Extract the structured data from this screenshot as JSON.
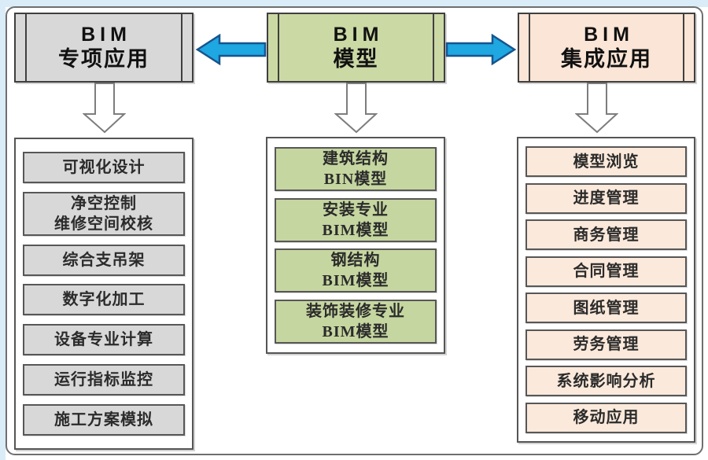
{
  "page": {
    "background": "#ffffff",
    "edge_color": "#d9ecf8",
    "frame_border_color": "#6f6f6f"
  },
  "colors": {
    "gray_fill": "#d8d8d8",
    "green_header_fill": "#cbd9a5",
    "green_item_fill": "#c6d6a0",
    "peach_header_fill": "#fbe5d6",
    "peach_item_fill": "#fbe9db",
    "box_border": "#3f3f3f",
    "arrow_blue_fill": "#1ea7e0",
    "arrow_blue_border": "#17548f",
    "down_arrow_fill": "#ffffff",
    "down_arrow_border": "#7d7d7d"
  },
  "columns": [
    {
      "header": {
        "en": "BIM",
        "zh": "专项应用"
      },
      "items": [
        "可视化设计",
        "净空控制\n维修空间校核",
        "综合支吊架",
        "数字化加工",
        "设备专业计算",
        "运行指标监控",
        "施工方案模拟"
      ]
    },
    {
      "header": {
        "en": "BIM",
        "zh": "模型"
      },
      "items": [
        "建筑结构\nBIN模型",
        "安装专业\nBIM模型",
        "钢结构\nBIM模型",
        "装饰装修专业\nBIM模型"
      ]
    },
    {
      "header": {
        "en": "BIM",
        "zh": "集成应用"
      },
      "items": [
        "模型浏览",
        "进度管理",
        "商务管理",
        "合同管理",
        "图纸管理",
        "劳务管理",
        "系统影响分析",
        "移动应用"
      ]
    }
  ]
}
